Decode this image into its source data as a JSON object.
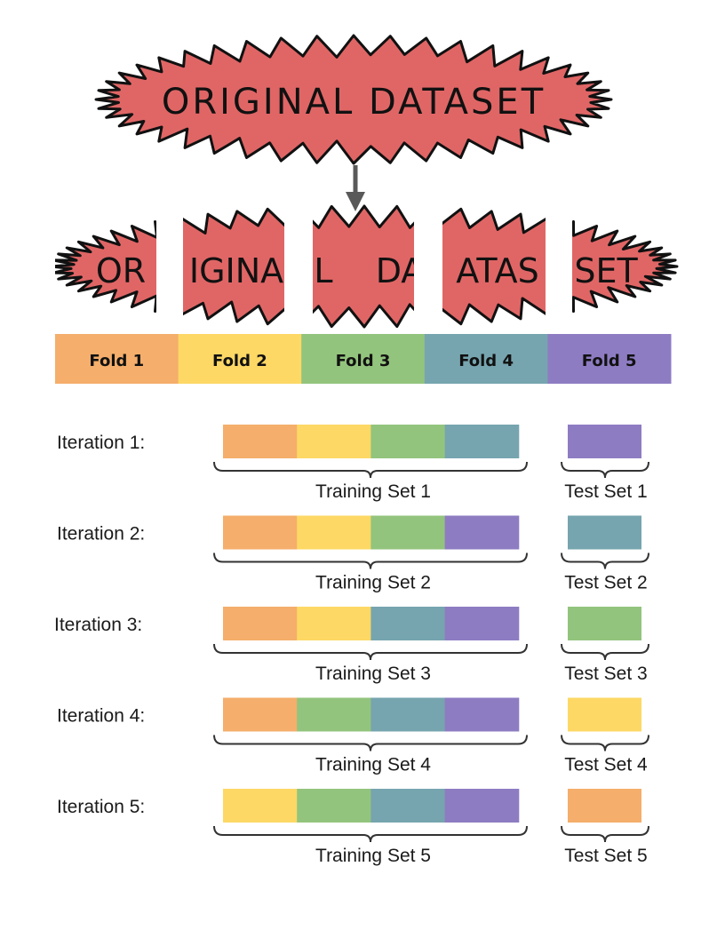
{
  "title": "ORIGINAL DATASET",
  "split_fragments": [
    "OR",
    "IGINA",
    "L",
    "DA",
    "ATAS",
    "SET"
  ],
  "folds": [
    {
      "label": "Fold 1",
      "color": "#f5ae6b"
    },
    {
      "label": "Fold 2",
      "color": "#fdd865"
    },
    {
      "label": "Fold 3",
      "color": "#93c47d"
    },
    {
      "label": "Fold 4",
      "color": "#76a5af"
    },
    {
      "label": "Fold 5",
      "color": "#8e7cc3"
    }
  ],
  "blob_color": "#e06666",
  "arrow_color": "#595959",
  "iterations": [
    {
      "label": "Iteration 1:",
      "training_folds": [
        1,
        2,
        3,
        4
      ],
      "test_fold": 5,
      "training_label": "Training Set 1",
      "test_label": "Test Set 1"
    },
    {
      "label": "Iteration 2:",
      "training_folds": [
        1,
        2,
        3,
        5
      ],
      "test_fold": 4,
      "training_label": "Training Set 2",
      "test_label": "Test Set 2"
    },
    {
      "label": "Iteration 3:",
      "training_folds": [
        1,
        2,
        4,
        5
      ],
      "test_fold": 3,
      "training_label": "Training Set 3",
      "test_label": "Test Set 3"
    },
    {
      "label": "Iteration 4:",
      "training_folds": [
        1,
        3,
        4,
        5
      ],
      "test_fold": 2,
      "training_label": "Training Set 4",
      "test_label": "Test Set 4"
    },
    {
      "label": "Iteration 5:",
      "training_folds": [
        2,
        3,
        4,
        5
      ],
      "test_fold": 1,
      "training_label": "Training Set 5",
      "test_label": "Test Set 5"
    }
  ]
}
